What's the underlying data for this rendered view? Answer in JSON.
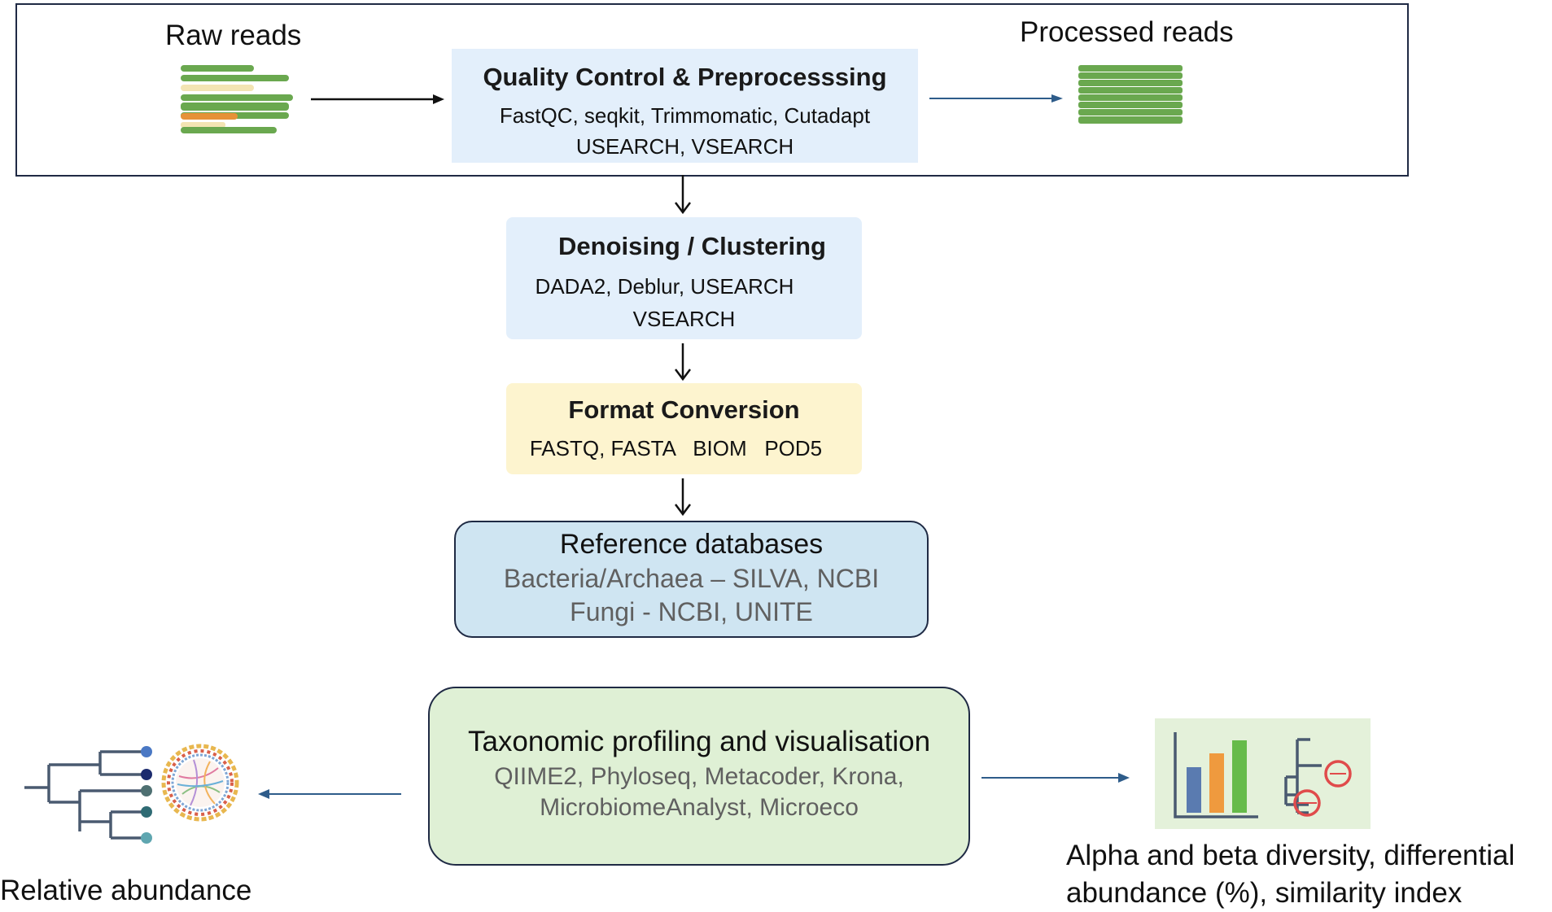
{
  "top_section": {
    "raw_reads_label": "Raw reads",
    "processed_reads_label": "Processed reads"
  },
  "qc": {
    "title": "Quality Control & Preprocesssing",
    "tools_line1": "FastQC, seqkit, Trimmomatic, Cutadapt",
    "tools_line2": "USEARCH, VSEARCH"
  },
  "denoising": {
    "title": "Denoising / Clustering",
    "tools_line1": "DADA2, Deblur, USEARCH",
    "tools_line2": "VSEARCH"
  },
  "format": {
    "title": "Format Conversion",
    "tools": "FASTQ, FASTA   BIOM   POD5"
  },
  "reference": {
    "title": "Reference databases",
    "line1": "Bacteria/Archaea – SILVA, NCBI",
    "line2": "Fungi - NCBI, UNITE"
  },
  "taxonomic": {
    "title": "Taxonomic profiling and visualisation",
    "line1": "QIIME2, Phyloseq, Metacoder, Krona,",
    "line2": "MicrobiomeAnalyst, Microeco"
  },
  "outputs": {
    "relative_abundance": "Relative abundance",
    "diversity_line1": "Alpha and beta diversity, differential",
    "diversity_line2": "abundance (%), similarity index"
  },
  "colors": {
    "qc_box": "#e3effb",
    "denoising_box": "#e3effb",
    "format_box": "#fdf4cf",
    "reference_box": "#cfe5f2",
    "taxonomic_box": "#dff0d5",
    "arrow_blue": "#2e5c8a",
    "read_green": "#6aa84f",
    "read_orange": "#e69138"
  }
}
